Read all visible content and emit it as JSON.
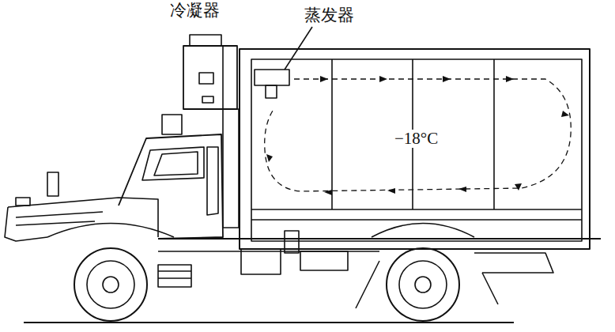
{
  "diagram": {
    "labels": [
      "冷凝器",
      "蒸发器",
      "−18°C"
    ]
  }
}
